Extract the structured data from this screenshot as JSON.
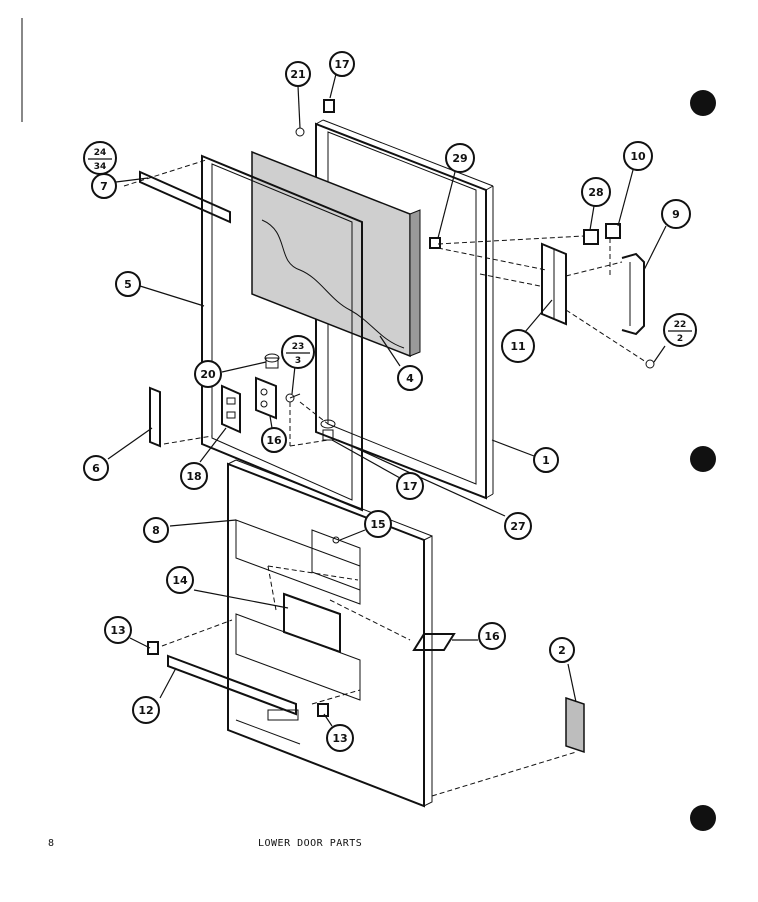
{
  "page": {
    "number": "8",
    "caption": "LOWER DOOR PARTS"
  },
  "callouts": [
    {
      "id": "c21",
      "label": "21"
    },
    {
      "id": "c17a",
      "label": "17"
    },
    {
      "id": "c24",
      "num": "24",
      "den": "34"
    },
    {
      "id": "c29",
      "label": "29"
    },
    {
      "id": "c10a",
      "label": "10"
    },
    {
      "id": "c28",
      "label": "28"
    },
    {
      "id": "c9",
      "label": "9"
    },
    {
      "id": "c7",
      "label": "7"
    },
    {
      "id": "c5",
      "label": "5"
    },
    {
      "id": "c11",
      "label": "11"
    },
    {
      "id": "c22",
      "num": "22",
      "den": "2"
    },
    {
      "id": "c23",
      "num": "23",
      "den": "3"
    },
    {
      "id": "c20",
      "label": "20"
    },
    {
      "id": "c4",
      "label": "4"
    },
    {
      "id": "c16a",
      "label": "16"
    },
    {
      "id": "c1",
      "label": "1"
    },
    {
      "id": "c6",
      "label": "6"
    },
    {
      "id": "c18",
      "label": "18"
    },
    {
      "id": "c17b",
      "label": "17"
    },
    {
      "id": "c27",
      "label": "27"
    },
    {
      "id": "c8",
      "label": "8"
    },
    {
      "id": "c15",
      "label": "15"
    },
    {
      "id": "c14",
      "label": "14"
    },
    {
      "id": "c13a",
      "label": "13"
    },
    {
      "id": "c16b",
      "label": "16"
    },
    {
      "id": "c2",
      "label": "2"
    },
    {
      "id": "c12",
      "label": "12"
    },
    {
      "id": "c13b",
      "label": "13"
    }
  ]
}
